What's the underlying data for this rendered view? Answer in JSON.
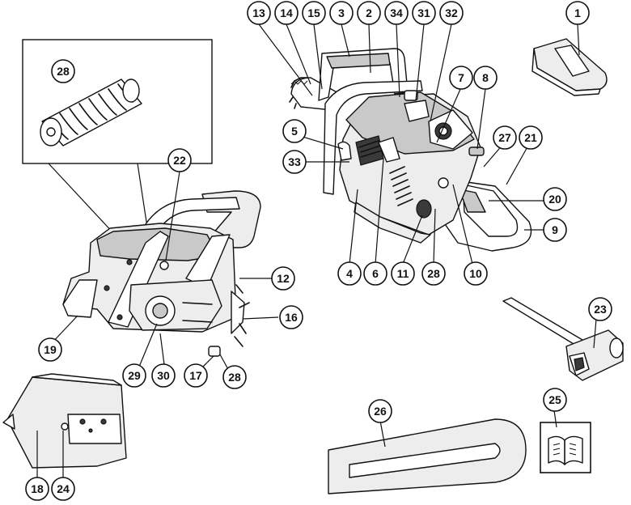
{
  "callouts": [
    {
      "id": "c1",
      "label": "1"
    },
    {
      "id": "c2",
      "label": "2"
    },
    {
      "id": "c3",
      "label": "3"
    },
    {
      "id": "c4",
      "label": "4"
    },
    {
      "id": "c5",
      "label": "5"
    },
    {
      "id": "c6",
      "label": "6"
    },
    {
      "id": "c7",
      "label": "7"
    },
    {
      "id": "c8",
      "label": "8"
    },
    {
      "id": "c9",
      "label": "9"
    },
    {
      "id": "c10",
      "label": "10"
    },
    {
      "id": "c11",
      "label": "11"
    },
    {
      "id": "c12",
      "label": "12"
    },
    {
      "id": "c13",
      "label": "13"
    },
    {
      "id": "c14",
      "label": "14"
    },
    {
      "id": "c15",
      "label": "15"
    },
    {
      "id": "c16",
      "label": "16"
    },
    {
      "id": "c17",
      "label": "17"
    },
    {
      "id": "c18",
      "label": "18"
    },
    {
      "id": "c19",
      "label": "19"
    },
    {
      "id": "c20",
      "label": "20"
    },
    {
      "id": "c21",
      "label": "21"
    },
    {
      "id": "c22",
      "label": "22"
    },
    {
      "id": "c23",
      "label": "23"
    },
    {
      "id": "c24",
      "label": "24"
    },
    {
      "id": "c25",
      "label": "25"
    },
    {
      "id": "c26",
      "label": "26"
    },
    {
      "id": "c27",
      "label": "27"
    },
    {
      "id": "c28a",
      "label": "28"
    },
    {
      "id": "c28b",
      "label": "28"
    },
    {
      "id": "c28c",
      "label": "28"
    },
    {
      "id": "c29",
      "label": "29"
    },
    {
      "id": "c30",
      "label": "30"
    },
    {
      "id": "c31",
      "label": "31"
    },
    {
      "id": "c32",
      "label": "32"
    },
    {
      "id": "c33",
      "label": "33"
    },
    {
      "id": "c34",
      "label": "34"
    }
  ]
}
